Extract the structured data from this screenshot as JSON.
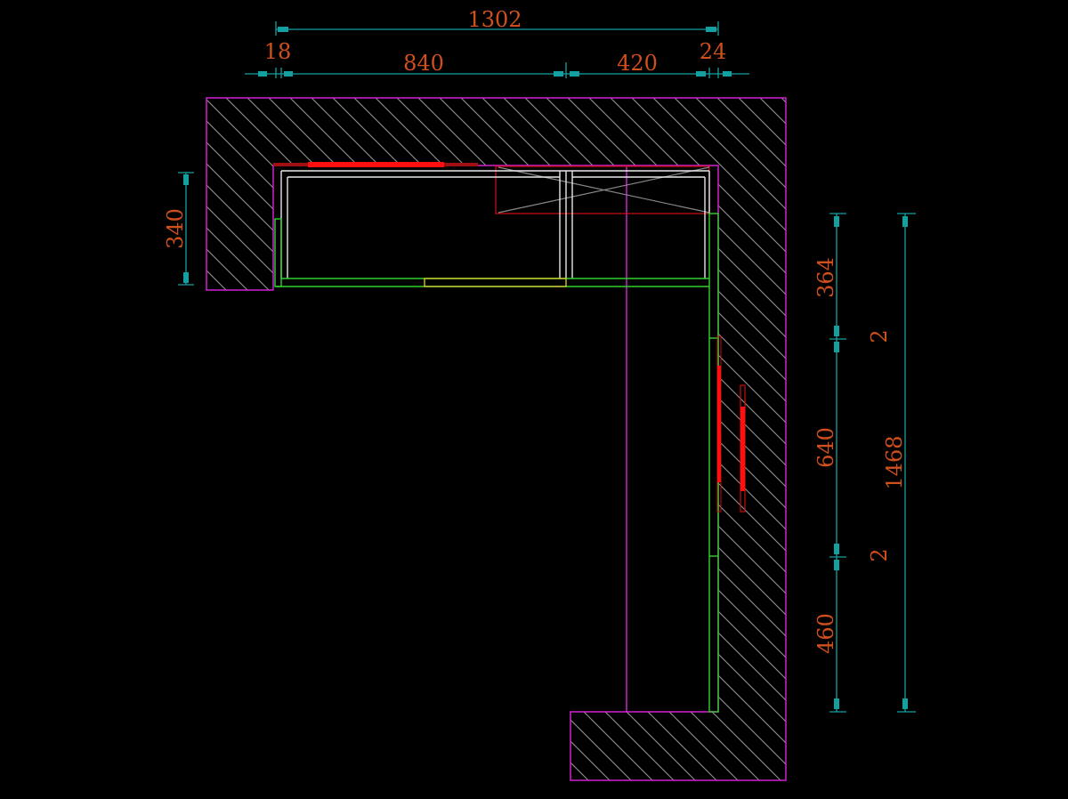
{
  "drawing": {
    "colors": {
      "background": "#000000",
      "wall_outline": "#d020d0",
      "hatch": "#9a9a9a",
      "dimension_line": "#14a0a0",
      "dimension_text": "#d0501c",
      "cabinet_green": "#30d030",
      "cabinet_white": "#e8e8e8",
      "accent_red": "#ff1010",
      "handle_yellow": "#e0d030"
    },
    "top_dimensions": {
      "overall": "1302",
      "left_panel": "18",
      "main_run": "840",
      "corner_run": "420",
      "right_panel": "24"
    },
    "left_dimensions": {
      "depth": "340"
    },
    "right_dimensions": {
      "upper": "364",
      "gap_upper": "2",
      "middle": "640",
      "gap_lower": "2",
      "lower": "460",
      "overall": "1468"
    }
  }
}
